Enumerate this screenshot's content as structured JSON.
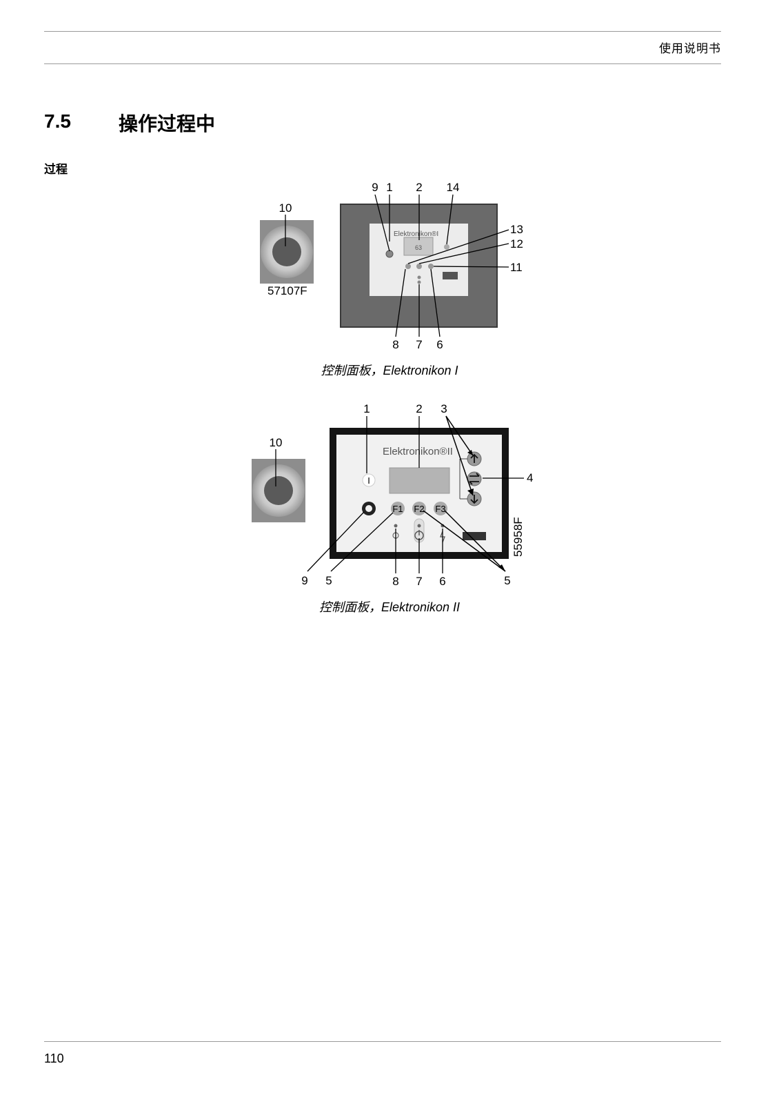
{
  "header": {
    "title": "使用说明书"
  },
  "section": {
    "number": "7.5",
    "title": "操作过程中"
  },
  "subheading": "过程",
  "figure1": {
    "caption": "控制面板，Elektronikon I",
    "code": "57107F",
    "brand": "Elektronikon",
    "brand_suffix": "®I",
    "display_value": "63",
    "callouts": {
      "c1": "1",
      "c2": "2",
      "c6": "6",
      "c7": "7",
      "c8": "8",
      "c9": "9",
      "c10": "10",
      "c11": "11",
      "c12": "12",
      "c13": "13",
      "c14": "14"
    }
  },
  "figure2": {
    "caption": "控制面板，Elektronikon II",
    "code": "55958F",
    "brand": "Elektronikon",
    "brand_suffix": "®II",
    "start_label": "I",
    "keys": {
      "f1": "F1",
      "f2": "F2",
      "f3": "F3"
    },
    "callouts": {
      "c1": "1",
      "c2": "2",
      "c3": "3",
      "c4": "4",
      "c5a": "5",
      "c5b": "5",
      "c6": "6",
      "c7": "7",
      "c8": "8",
      "c9": "9",
      "c10": "10"
    }
  },
  "footer": {
    "page_number": "110"
  }
}
